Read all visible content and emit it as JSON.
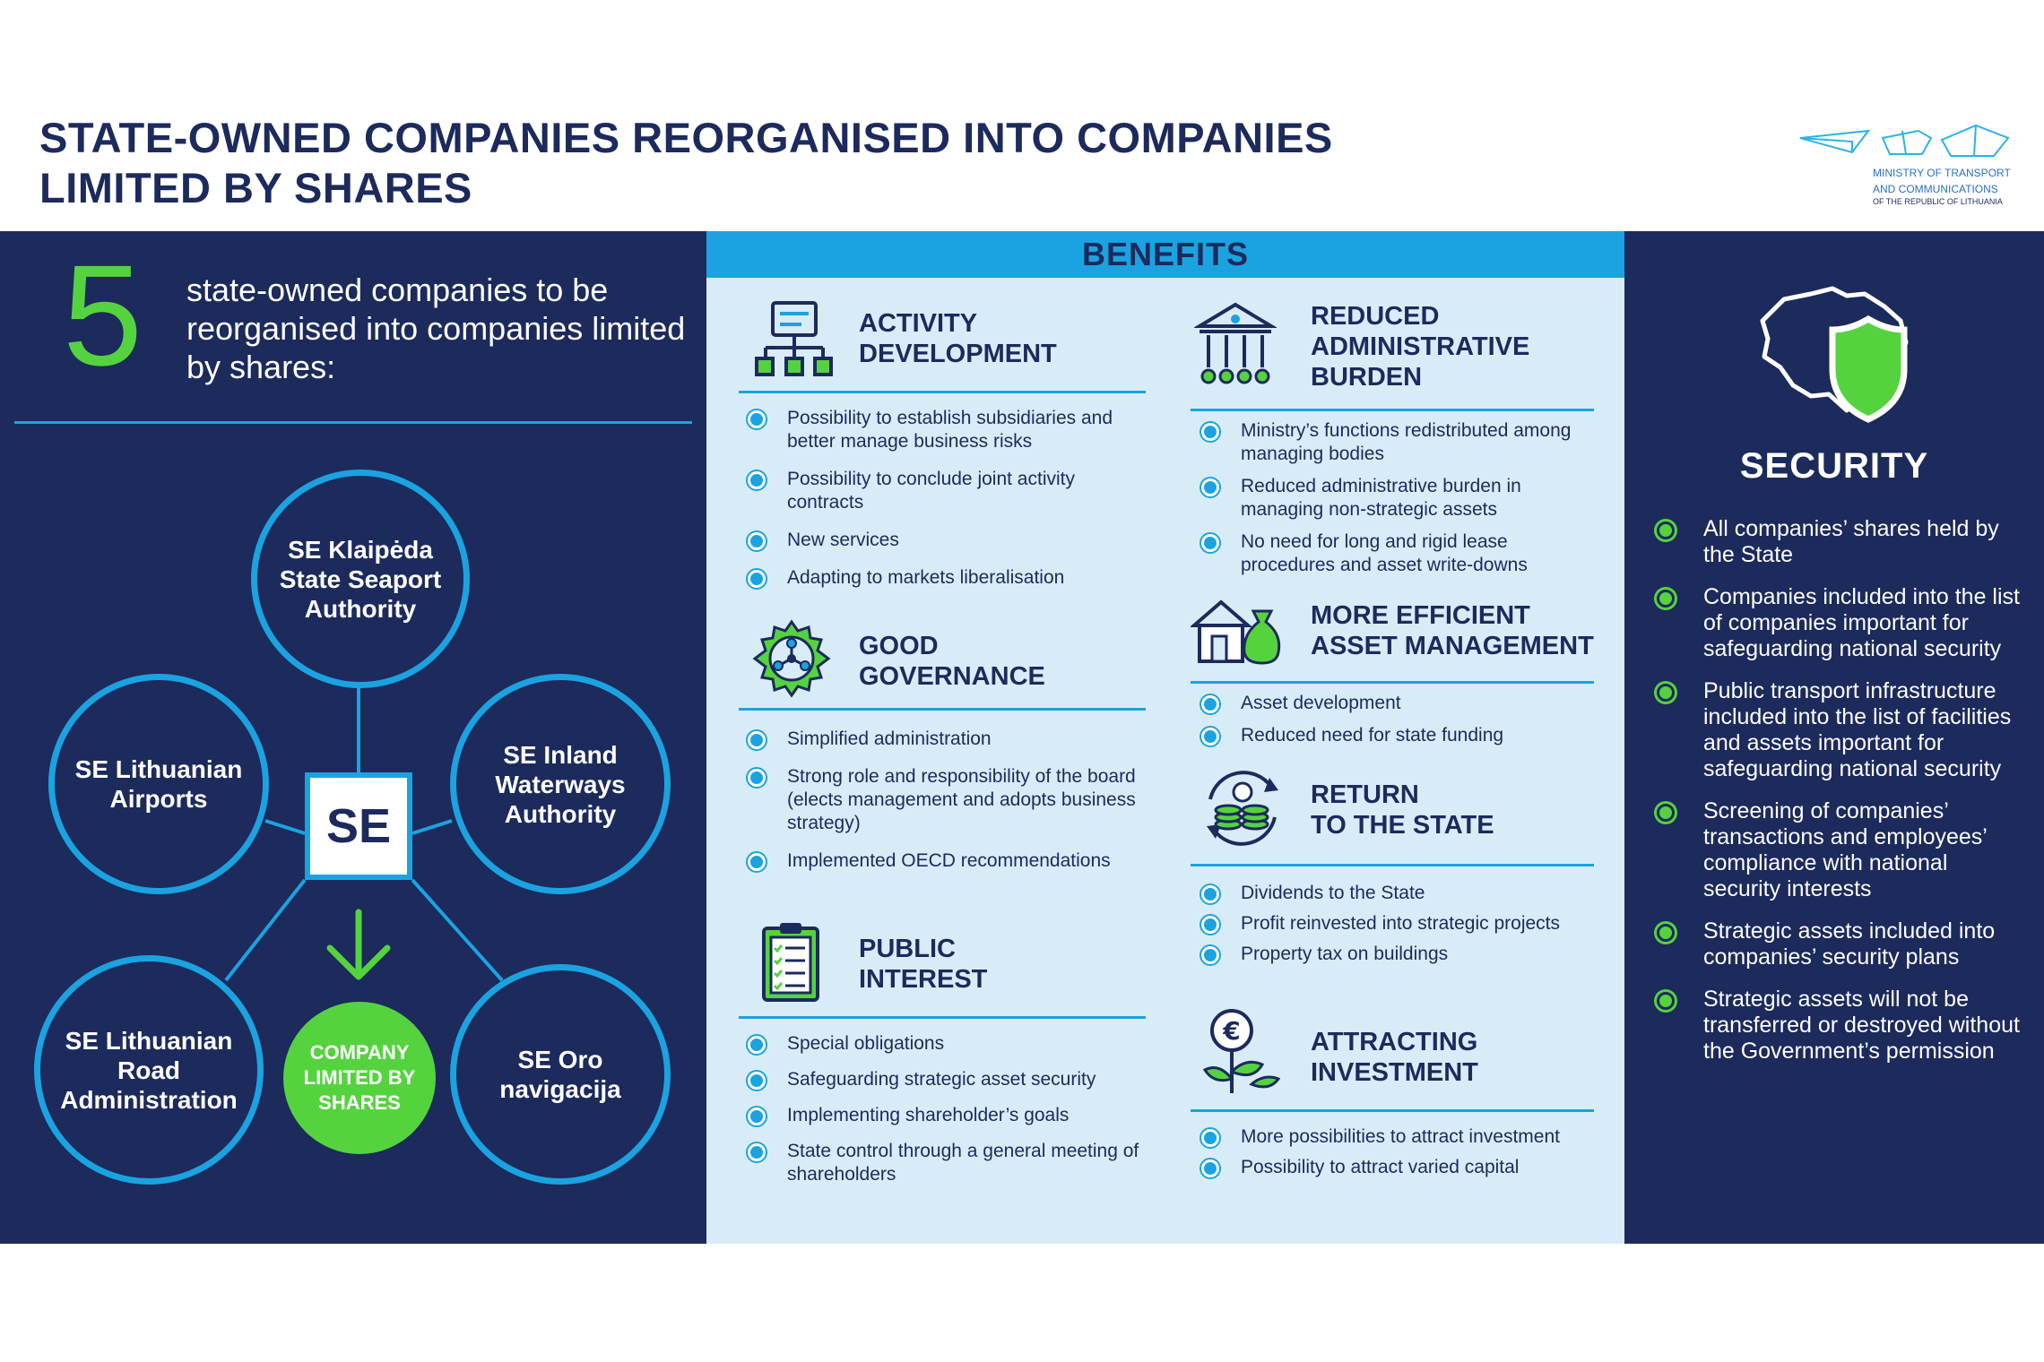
{
  "header": {
    "title_line1": "STATE-OWNED COMPANIES REORGANISED INTO COMPANIES",
    "title_line2": "LIMITED BY SHARES",
    "logo_line1": "MINISTRY OF TRANSPORT",
    "logo_line2": "AND COMMUNICATIONS",
    "logo_line3": "OF THE REPUBLIC OF LITHUANIA"
  },
  "left": {
    "number": "5",
    "intro": "state-owned companies to be reorganised into companies limited by shares:",
    "center_label": "SE",
    "result_label": "COMPANY\nLIMITED BY\nSHARES",
    "companies": [
      "SE Klaipėda\nState Seaport\nAuthority",
      "SE Lithuanian\nAirports",
      "SE Inland\nWaterways\nAuthority",
      "SE Lithuanian\nRoad\nAdministration",
      "SE Oro\nnavigacija"
    ]
  },
  "benefits": {
    "header": "BENEFITS",
    "sections": [
      {
        "title": "ACTIVITY\nDEVELOPMENT",
        "icon": "org-chart-icon",
        "items": [
          "Possibility to establish subsidiaries and better manage business risks",
          "Possibility to conclude joint activity contracts",
          "New services",
          "Adapting to markets liberalisation"
        ]
      },
      {
        "title": "GOOD\nGOVERNANCE",
        "icon": "gear-network-icon",
        "items": [
          "Simplified administration",
          "Strong role and responsibility of the board (elects management and adopts business strategy)",
          "Implemented OECD recommendations"
        ]
      },
      {
        "title": "PUBLIC\nINTEREST",
        "icon": "clipboard-checklist-icon",
        "items": [
          "Special obligations",
          "Safeguarding strategic asset security",
          "Implementing shareholder’s goals",
          "State control through a general meeting of shareholders"
        ]
      },
      {
        "title": "REDUCED\nADMINISTRATIVE\nBURDEN",
        "icon": "institution-icon",
        "items": [
          "Ministry’s functions redistributed among managing bodies",
          "Reduced administrative burden in managing non-strategic assets",
          "No need for long and rigid lease procedures and asset write-downs"
        ]
      },
      {
        "title": "MORE EFFICIENT\nASSET MANAGEMENT",
        "icon": "house-money-bag-icon",
        "items": [
          "Asset development",
          "Reduced need for state funding"
        ]
      },
      {
        "title": "RETURN\nTO THE STATE",
        "icon": "coins-cycle-icon",
        "items": [
          "Dividends to the State",
          "Profit reinvested into strategic projects",
          "Property tax on buildings"
        ]
      },
      {
        "title": "ATTRACTING\nINVESTMENT",
        "icon": "euro-plant-icon",
        "items": [
          "More  possibilities to attract investment",
          "Possibility to attract varied capital"
        ]
      }
    ]
  },
  "security": {
    "title": "SECURITY",
    "icon": "lithuania-shield-icon",
    "items": [
      "All companies’ shares held by the State",
      "Companies included into the list of companies important for safeguarding national security",
      "Public transport infrastructure included into the list of facilities and assets important for safeguarding national security",
      "Screening of companies’ transactions and employees’ compliance with national security interests",
      "Strategic assets included into companies’ security plans",
      "Strategic assets will not be transferred or destroyed without the Government’s permission"
    ]
  },
  "colors": {
    "navy": "#1c2a5c",
    "blue": "#1aa3e0",
    "green": "#55d33f",
    "light_blue": "#d8ecf8"
  }
}
